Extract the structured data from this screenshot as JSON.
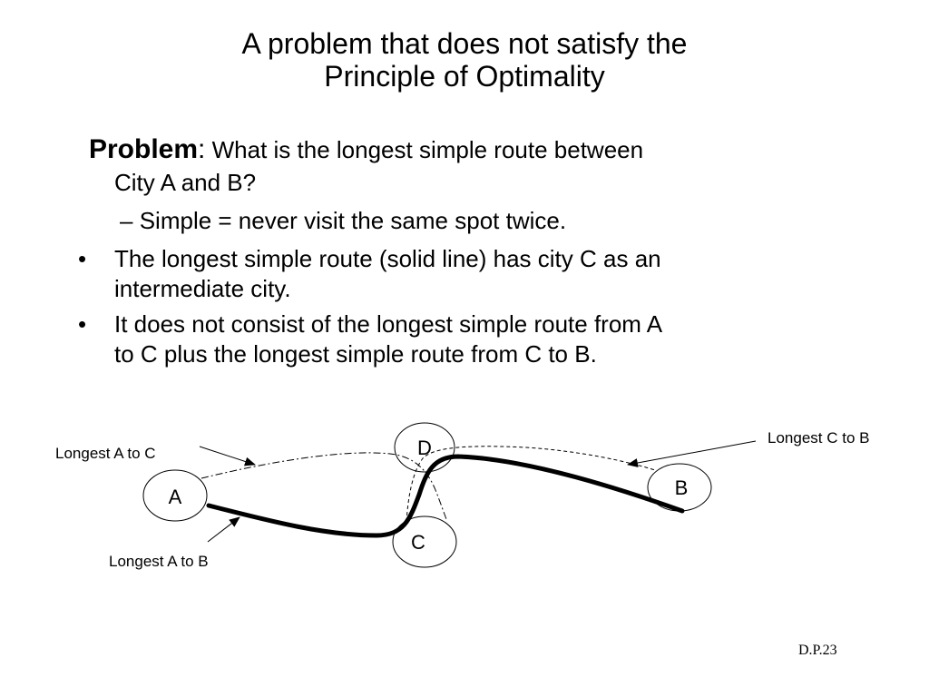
{
  "title": {
    "line1": "A problem that does not satisfy the",
    "line2": "Principle of Optimality"
  },
  "problem": {
    "label": "Problem",
    "colon": ":",
    "text_line1": "What is the longest simple route between",
    "text_line2": "City A and B?"
  },
  "sub_point": {
    "dash": "–",
    "text": "Simple = never visit the same spot twice."
  },
  "bullets": [
    {
      "symbol": "•",
      "line1": "The longest simple route (solid line) has city C as an",
      "line2": "intermediate city."
    },
    {
      "symbol": "•",
      "line1": "It does not consist of the longest simple route from A",
      "line2": "to C plus  the longest simple route from C to B."
    }
  ],
  "diagram": {
    "nodes": {
      "a": "A",
      "b": "B",
      "c": "C",
      "d": "D"
    },
    "labels": {
      "longest_a_to_c": "Longest A to C",
      "longest_c_to_b": "Longest C to B",
      "longest_a_to_b": "Longest A to B"
    }
  },
  "footer": {
    "page": "D.P.23"
  }
}
